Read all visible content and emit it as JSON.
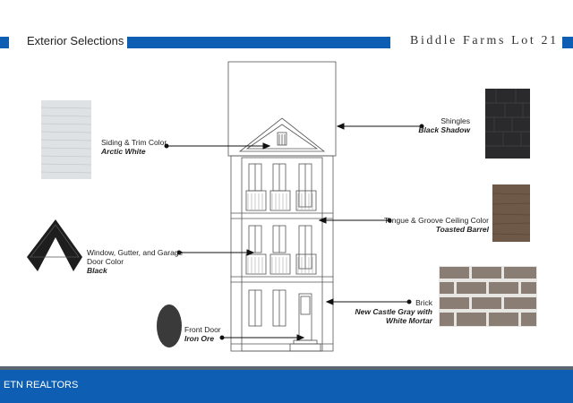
{
  "header": {
    "title": "Exterior Selections",
    "project": "Biddle Farms Lot 21"
  },
  "selections": {
    "siding": {
      "label": "Siding & Trim Color",
      "value": "Arctic White"
    },
    "trim": {
      "label_line1": "Window, Gutter, and Garage",
      "label_line2": "Door Color",
      "value": "Black"
    },
    "front_door": {
      "label": "Front Door",
      "value": "Iron Ore"
    },
    "shingles": {
      "label": "Shingles",
      "value": "Black Shadow"
    },
    "ceiling": {
      "label": "Tongue & Groove Ceiling Color",
      "value": "Toasted Barrel"
    },
    "brick": {
      "label": "Brick",
      "value_line1": "New Castle Gray with",
      "value_line2": "White Mortar"
    }
  },
  "footer": {
    "brand": "ETN REALTORS"
  },
  "colors": {
    "accent_blue": "#0e5fb4",
    "footer_stripe": "#5b6673",
    "siding_swatch": "#dfe2e4",
    "trim_swatch": "#1e1e1e",
    "door_swatch": "#3a3a3a",
    "shingle_swatch": "#2a2a2c",
    "ceiling_swatch": "#6e5848",
    "brick_swatch": "#8a7e74"
  }
}
